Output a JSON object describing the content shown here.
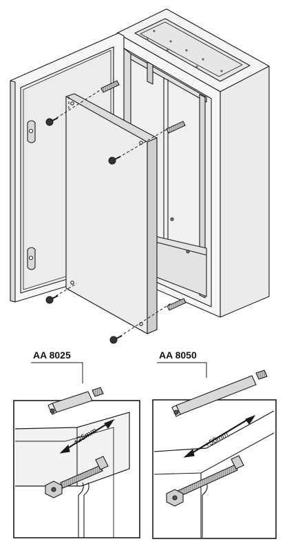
{
  "labels": {
    "left_part": "AA 8025",
    "right_part": "AA 8050",
    "left_dimension": "+25mm",
    "right_dimension": "+50mm"
  },
  "colors": {
    "line": "#1a1a1a",
    "cabinet_fill": "#f3f3f3",
    "shade": "#d9d9d9",
    "panel_fill": "#ececec"
  }
}
